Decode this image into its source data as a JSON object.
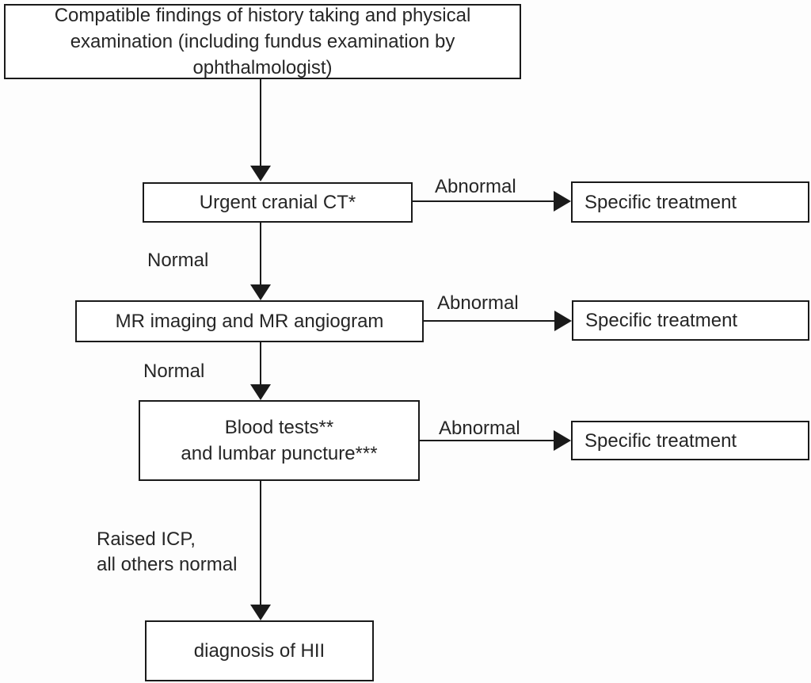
{
  "figure": {
    "type": "flowchart",
    "background_color": "#fdfdfd",
    "line_color": "#1a1a1a",
    "text_color": "#262626"
  },
  "nodes": {
    "start": {
      "lines": [
        "Compatible findings of history taking and physical",
        "examination (including fundus examination by",
        "ophthalmologist)"
      ]
    },
    "urgent_ct": {
      "label": "Urgent cranial CT*"
    },
    "specific_treatment_1": {
      "label": "Specific treatment"
    },
    "mr_imaging": {
      "label": "MR imaging and MR angiogram"
    },
    "specific_treatment_2": {
      "label": "Specific treatment"
    },
    "blood_tests": {
      "lines": [
        "Blood tests**",
        "and lumbar puncture***"
      ]
    },
    "specific_treatment_3": {
      "label": "Specific treatment"
    },
    "diagnosis": {
      "label": "diagnosis of HII"
    }
  },
  "edge_labels": {
    "abnormal_1": "Abnormal",
    "abnormal_2": "Abnormal",
    "abnormal_3": "Abnormal",
    "normal_1": "Normal",
    "normal_2": "Normal",
    "raised_icp": {
      "lines": [
        "Raised ICP,",
        "all others normal"
      ]
    }
  }
}
